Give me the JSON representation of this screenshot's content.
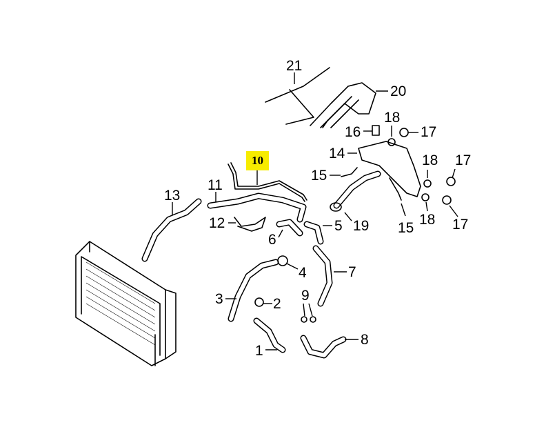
{
  "diagram": {
    "highlighted_part": "10",
    "highlight_color": "#f7ec00",
    "callouts": [
      "1",
      "2",
      "3",
      "4",
      "5",
      "6",
      "7",
      "8",
      "9",
      "10",
      "11",
      "12",
      "13",
      "14",
      "15",
      "15",
      "16",
      "17",
      "17",
      "17",
      "18",
      "18",
      "18",
      "19",
      "20",
      "21"
    ]
  }
}
